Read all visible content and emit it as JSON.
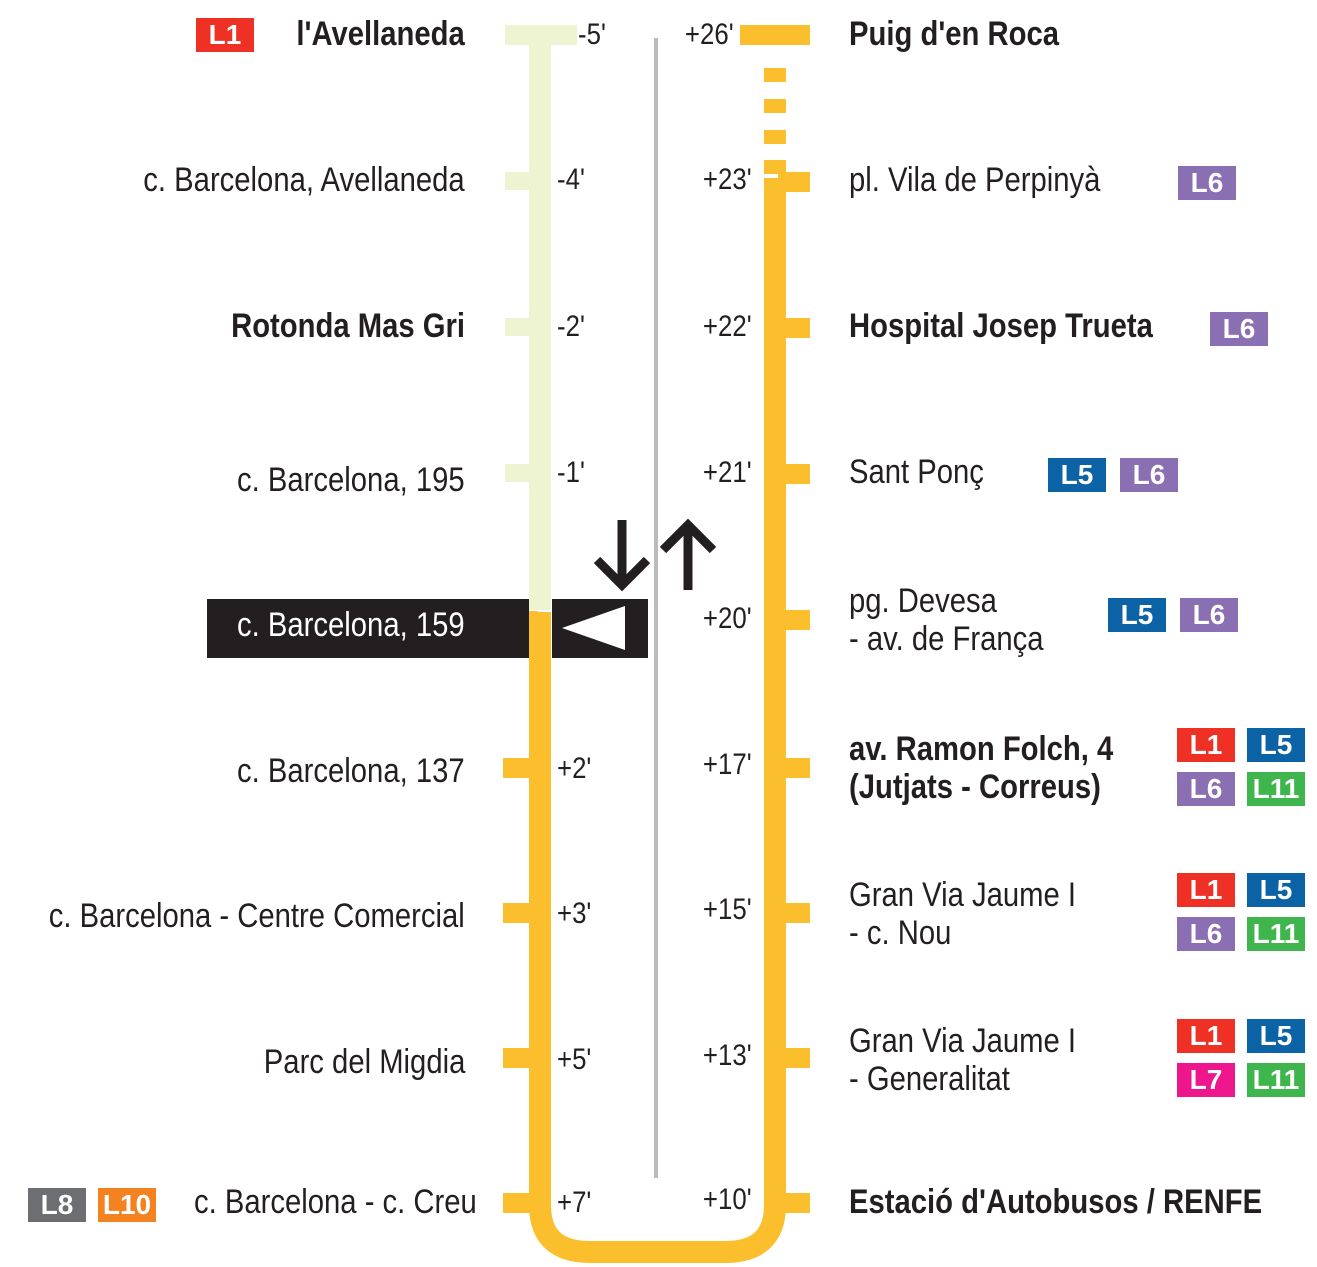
{
  "colors": {
    "route_passed": "#eef3d2",
    "route_ahead": "#fbbe2d",
    "divider": "#bbbbbb",
    "current_bg": "#231f20",
    "line_colors": {
      "L1": "#ee3124",
      "L5": "#0b63a5",
      "L6": "#8b6fb3",
      "L7": "#ee168c",
      "L8": "#6d6e71",
      "L10": "#f58220",
      "L11": "#3fb64d"
    }
  },
  "direction_icons": [
    "arrow-down-icon",
    "arrow-up-icon",
    "play-left-icon"
  ],
  "outbound": [
    {
      "name": "l'Avellaneda",
      "time": "-5'",
      "bold": true,
      "connections": [
        "L1"
      ]
    },
    {
      "name": "c. Barcelona, Avellaneda",
      "time": "-4'",
      "bold": false,
      "connections": []
    },
    {
      "name": "Rotonda Mas Gri",
      "time": "-2'",
      "bold": true,
      "connections": []
    },
    {
      "name": "c. Barcelona, 195",
      "time": "-1'",
      "bold": false,
      "connections": []
    },
    {
      "name": "c. Barcelona, 159",
      "time": "",
      "bold": false,
      "current": true,
      "connections": []
    },
    {
      "name": "c. Barcelona, 137",
      "time": "+2'",
      "bold": false,
      "connections": []
    },
    {
      "name": "c. Barcelona - Centre Comercial",
      "time": "+3'",
      "bold": false,
      "connections": []
    },
    {
      "name": "Parc del Migdia",
      "time": "+5'",
      "bold": false,
      "connections": []
    },
    {
      "name": "c. Barcelona - c. Creu",
      "time": "+7'",
      "bold": false,
      "connections": [
        "L8",
        "L10"
      ]
    }
  ],
  "inbound": [
    {
      "name": "Puig d'en Roca",
      "time": "+26'",
      "bold": true,
      "connections": []
    },
    {
      "name": "pl. Vila de Perpinyà",
      "time": "+23'",
      "bold": false,
      "connections": [
        "L6"
      ]
    },
    {
      "name": "Hospital Josep Trueta",
      "time": "+22'",
      "bold": true,
      "connections": [
        "L6"
      ]
    },
    {
      "name": "Sant Ponç",
      "time": "+21'",
      "bold": false,
      "connections": [
        "L5",
        "L6"
      ]
    },
    {
      "name": "pg. Devesa",
      "name2": "- av. de França",
      "time": "+20'",
      "bold": false,
      "connections": [
        "L5",
        "L6"
      ]
    },
    {
      "name": "av. Ramon Folch, 4",
      "name2": "(Jutjats - Correus)",
      "time": "+17'",
      "bold": true,
      "connections": [
        "L1",
        "L5",
        "L6",
        "L11"
      ]
    },
    {
      "name": "Gran Via Jaume I",
      "name2": "- c. Nou",
      "time": "+15'",
      "bold": false,
      "connections": [
        "L1",
        "L5",
        "L6",
        "L11"
      ]
    },
    {
      "name": "Gran Via Jaume I",
      "name2": "- Generalitat",
      "time": "+13'",
      "bold": false,
      "connections": [
        "L1",
        "L5",
        "L7",
        "L11"
      ]
    },
    {
      "name": "Estació d'Autobusos / RENFE",
      "time": "+10'",
      "bold": true,
      "connections": []
    }
  ]
}
